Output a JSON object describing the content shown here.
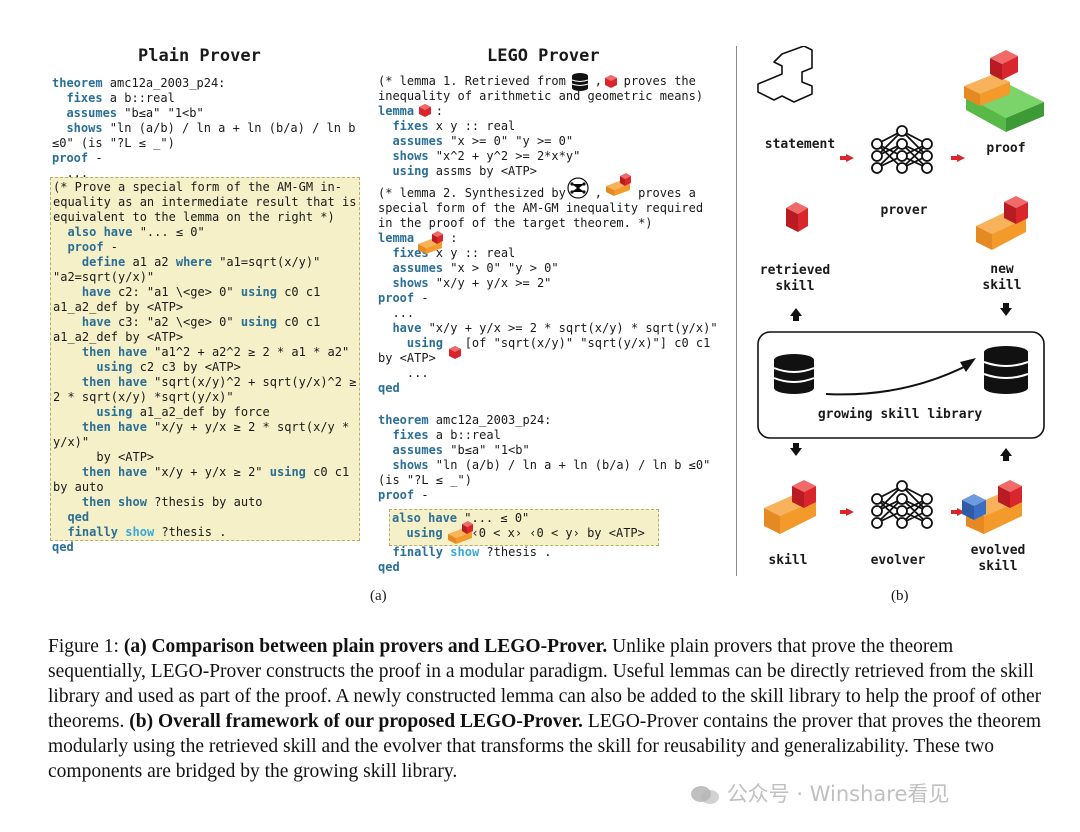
{
  "panel_a": {
    "left_title": "Plain Prover",
    "right_title": "LEGO Prover",
    "label": "(a)",
    "left_code": [
      "theorem amc12a_2003_p24:",
      "  fixes a b::real",
      "  assumes \"b≤a\" \"1<b\"",
      "  shows \"ln (a/b) / ln a + ln (b/a) / ln b",
      "≤0\" (is \"?L ≤ _\")",
      "proof -",
      "  ..."
    ],
    "left_highlight": [
      "(* Prove a special form of the AM-GM in-",
      "equality as an intermediate result that is",
      "equivalent to the lemma on the right *)",
      "  also have \"... ≤ 0\"",
      "  proof -",
      "    define a1 a2 where \"a1=sqrt(x/y)\"",
      "\"a2=sqrt(y/x)\"",
      "    have c2: \"a1 \\<ge> 0\" using c0 c1",
      "a1_a2_def by <ATP>",
      "    have c3: \"a2 \\<ge> 0\" using c0 c1",
      "a1_a2_def by <ATP>",
      "    then have \"a1^2 + a2^2 ≥ 2 * a1 * a2\"",
      "      using c2 c3 by <ATP>",
      "    then have \"sqrt(x/y)^2 + sqrt(y/x)^2 ≥",
      "2 * sqrt(x/y) *sqrt(y/x)\"",
      "      using a1_a2_def by force",
      "    then have \"x/y + y/x ≥ 2 * sqrt(x/y *",
      "y/x)\"",
      "      by <ATP>",
      "    then have \"x/y + y/x ≥ 2\" using c0 c1",
      "by auto",
      "    then show ?thesis by auto",
      "  qed",
      "  finally show ?thesis ."
    ],
    "left_end": "qed",
    "right_code_1": [
      "(* lemma 1. Retrieved from    ,   proves the",
      "inequality of arithmetic and geometric means)",
      "lemma   :",
      "  fixes x y :: real",
      "  assumes \"x >= 0\" \"y >= 0\"",
      "  shows \"x^2 + y^2 >= 2*x*y\"",
      "  using assms by <ATP>"
    ],
    "right_code_2": [
      "(* lemma 2. Synthesized by    ,     proves a",
      "special form of the AM-GM inequality required",
      "in the proof of the target theorem. *)",
      "lemma     :",
      "  fixes x y :: real",
      "  assumes \"x > 0\" \"y > 0\"",
      "  shows \"x/y + y/x >= 2\"",
      "proof -",
      "  ...",
      "  have \"x/y + y/x >= 2 * sqrt(x/y) * sqrt(y/x)\"",
      "    using   [of \"sqrt(x/y)\" \"sqrt(y/x)\"] c0 c1",
      "by <ATP>",
      "    ...",
      "qed"
    ],
    "right_code_3": [
      "theorem amc12a_2003_p24:",
      "  fixes a b::real",
      "  assumes \"b≤a\" \"1<b\"",
      "  shows \"ln (a/b) / ln a + ln (b/a) / ln b ≤0\"",
      "(is \"?L ≤ _\")",
      "proof -",
      "  ..."
    ],
    "right_highlight": [
      "also have \"... ≤ 0\"",
      "  using    ‹0 < x› ‹0 < y› by <ATP>"
    ],
    "right_end": [
      "  finally show ?thesis .",
      "qed"
    ]
  },
  "panel_b": {
    "label": "(b)",
    "statement": "statement",
    "prover": "prover",
    "proof": "proof",
    "retrieved_skill": [
      "retrieved",
      "skill"
    ],
    "new_skill": [
      "new",
      "skill"
    ],
    "library": "growing skill library",
    "skill": "skill",
    "evolver": "evolver",
    "evolved_skill": [
      "evolved",
      "skill"
    ],
    "colors": {
      "red": "#d8262c",
      "orange": "#f39a2b",
      "green": "#58b947",
      "blue": "#3a6fc4",
      "arrow": "#d8262c"
    }
  },
  "caption": {
    "fig": "Figure 1: ",
    "a_bold": "(a) Comparison between plain provers and LEGO-Prover.",
    "a_text": " Unlike plain provers that prove the theorem sequentially, LEGO-Prover constructs the proof in a modular paradigm. Useful lemmas can be directly retrieved from the skill library and used as part of the proof. A newly constructed lemma can also be added to the skill library to help the proof of other theorems. ",
    "b_bold": "(b) Overall framework of our proposed LEGO-Prover.",
    "b_text": " LEGO-Prover contains the prover that proves the theorem modularly using the retrieved skill and the evolver that transforms the skill for reusability and generalizability. These two components are bridged by the growing skill library."
  },
  "watermark": "公众号 · Winshare看见"
}
